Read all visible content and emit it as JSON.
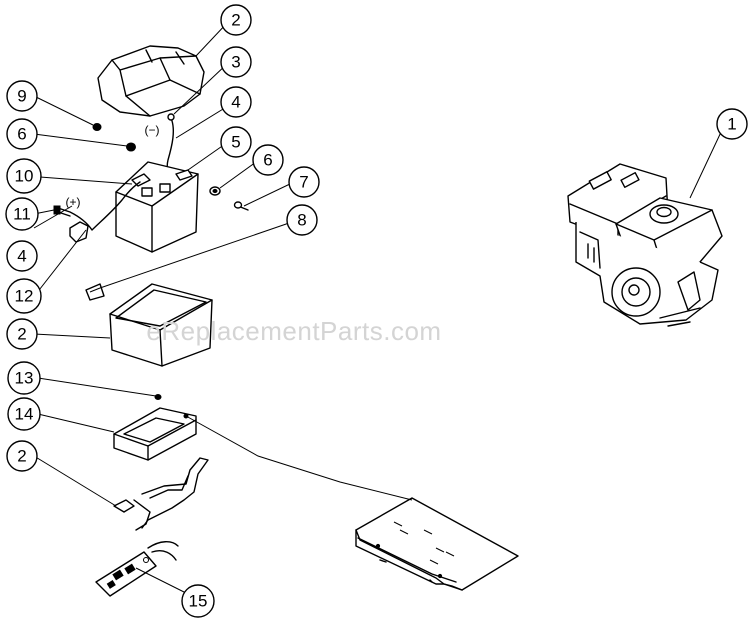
{
  "watermark": "eReplacementParts.com",
  "polarity": {
    "negative": "(−)",
    "positive": "(+)"
  },
  "callouts": [
    {
      "id": "c-2-cover",
      "label": "2"
    },
    {
      "id": "c-3",
      "label": "3"
    },
    {
      "id": "c-9",
      "label": "9"
    },
    {
      "id": "c-4-top",
      "label": "4"
    },
    {
      "id": "c-6-left",
      "label": "6"
    },
    {
      "id": "c-5",
      "label": "5"
    },
    {
      "id": "c-10",
      "label": "10"
    },
    {
      "id": "c-6-right",
      "label": "6"
    },
    {
      "id": "c-7",
      "label": "7"
    },
    {
      "id": "c-11",
      "label": "11"
    },
    {
      "id": "c-8",
      "label": "8"
    },
    {
      "id": "c-4-bottom",
      "label": "4"
    },
    {
      "id": "c-12",
      "label": "12"
    },
    {
      "id": "c-2-box",
      "label": "2"
    },
    {
      "id": "c-13",
      "label": "13"
    },
    {
      "id": "c-14",
      "label": "14"
    },
    {
      "id": "c-2-strap",
      "label": "2"
    },
    {
      "id": "c-15",
      "label": "15"
    },
    {
      "id": "c-1",
      "label": "1"
    }
  ]
}
